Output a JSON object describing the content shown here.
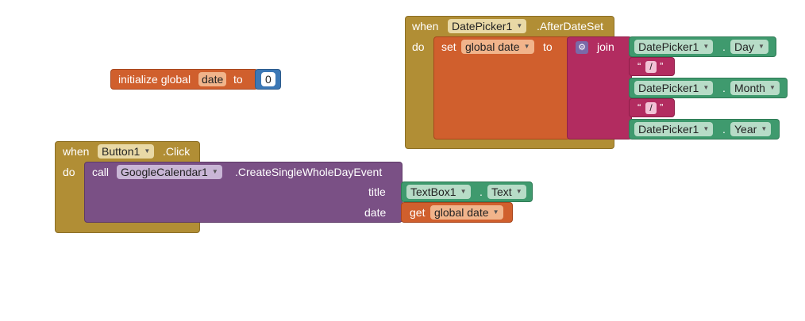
{
  "init_block": {
    "label": "initialize global",
    "var_name": "date",
    "to_label": "to",
    "value": "0"
  },
  "date_event": {
    "when": "when",
    "component": "DatePicker1",
    "event": ".AfterDateSet",
    "do": "do",
    "set": "set",
    "set_var": "global date",
    "to": "to",
    "join": "join",
    "day_component": "DatePicker1",
    "day_prop": "Day",
    "sep1": "/",
    "month_component": "DatePicker1",
    "month_prop": "Month",
    "sep2": "/",
    "year_component": "DatePicker1",
    "year_prop": "Year",
    "open_quote": "“",
    "close_quote": "”",
    "dot": "."
  },
  "button_event": {
    "when": "when",
    "component": "Button1",
    "event": ".Click",
    "do": "do",
    "call": "call",
    "call_component": "GoogleCalendar1",
    "method": ".CreateSingleWholeDayEvent",
    "title_label": "title",
    "title_component": "TextBox1",
    "title_prop": "Text",
    "date_label": "date",
    "get": "get",
    "get_var": "global date",
    "dot": "."
  },
  "colors": {
    "event": "#b18e35",
    "procedure": "#7a5085",
    "component": "#3f9a6e",
    "variable": "#d05f2d",
    "text": "#b22c60",
    "math": "#3c78b5"
  }
}
